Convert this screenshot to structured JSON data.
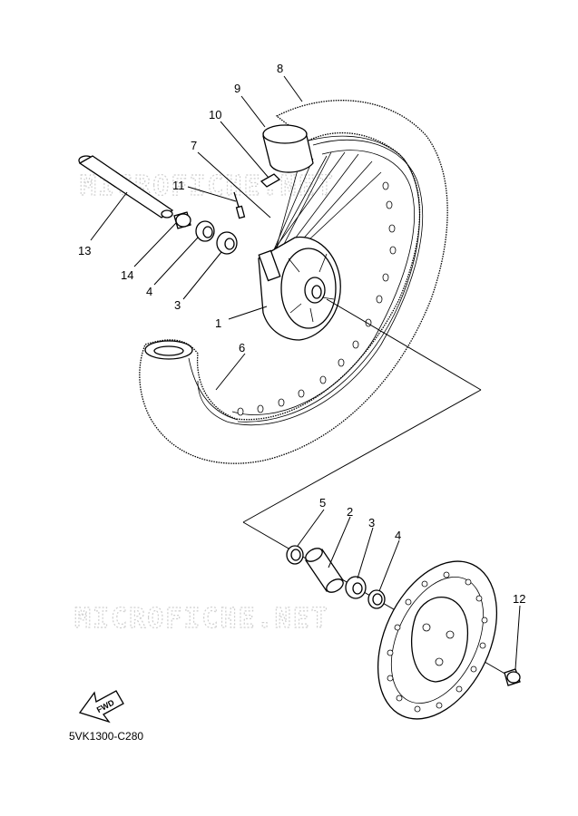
{
  "diagram": {
    "watermark": "MICROFICHE.NET",
    "diagram_code": "5VK1300-C280",
    "fwd_label": "FWD",
    "callouts": {
      "c1": "1",
      "c2": "2",
      "c3a": "3",
      "c3b": "3",
      "c4a": "4",
      "c4b": "4",
      "c5": "5",
      "c6": "6",
      "c7": "7",
      "c8": "8",
      "c9": "9",
      "c10": "10",
      "c11": "11",
      "c12": "12",
      "c13": "13",
      "c14": "14"
    }
  }
}
